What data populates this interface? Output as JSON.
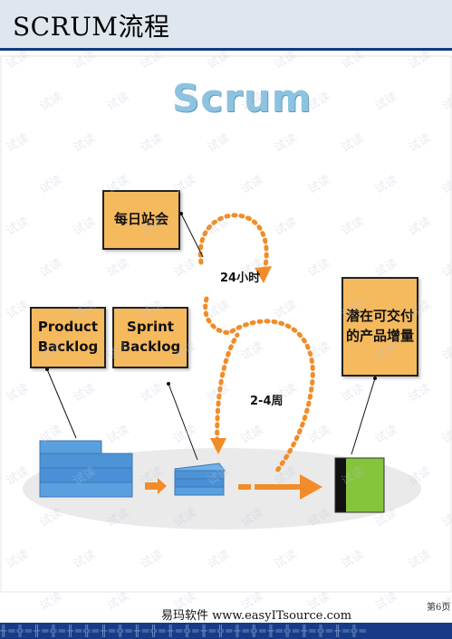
{
  "header": {
    "title": "SCRUM流程"
  },
  "diagram": {
    "logo_text": "Scrum",
    "daily_standup": "每日站会",
    "product_backlog_line1": "Product",
    "product_backlog_line2": "Backlog",
    "sprint_backlog_line1": "Sprint",
    "sprint_backlog_line2": "Backlog",
    "increment_line1": "潜在可交付",
    "increment_line2": "的产品增量",
    "cycle_daily": "24小时",
    "cycle_sprint": "2-4周"
  },
  "watermark": {
    "text": "试读"
  },
  "footer": {
    "source": "易玛软件  www.easyITsource.com",
    "page": "第6页"
  },
  "colors": {
    "box_fill": "#f5b95e",
    "arrow_orange": "#f28c28",
    "header_rule": "#123a82",
    "backlog_blue": "#4a90d9",
    "increment_green": "#86c43c"
  }
}
